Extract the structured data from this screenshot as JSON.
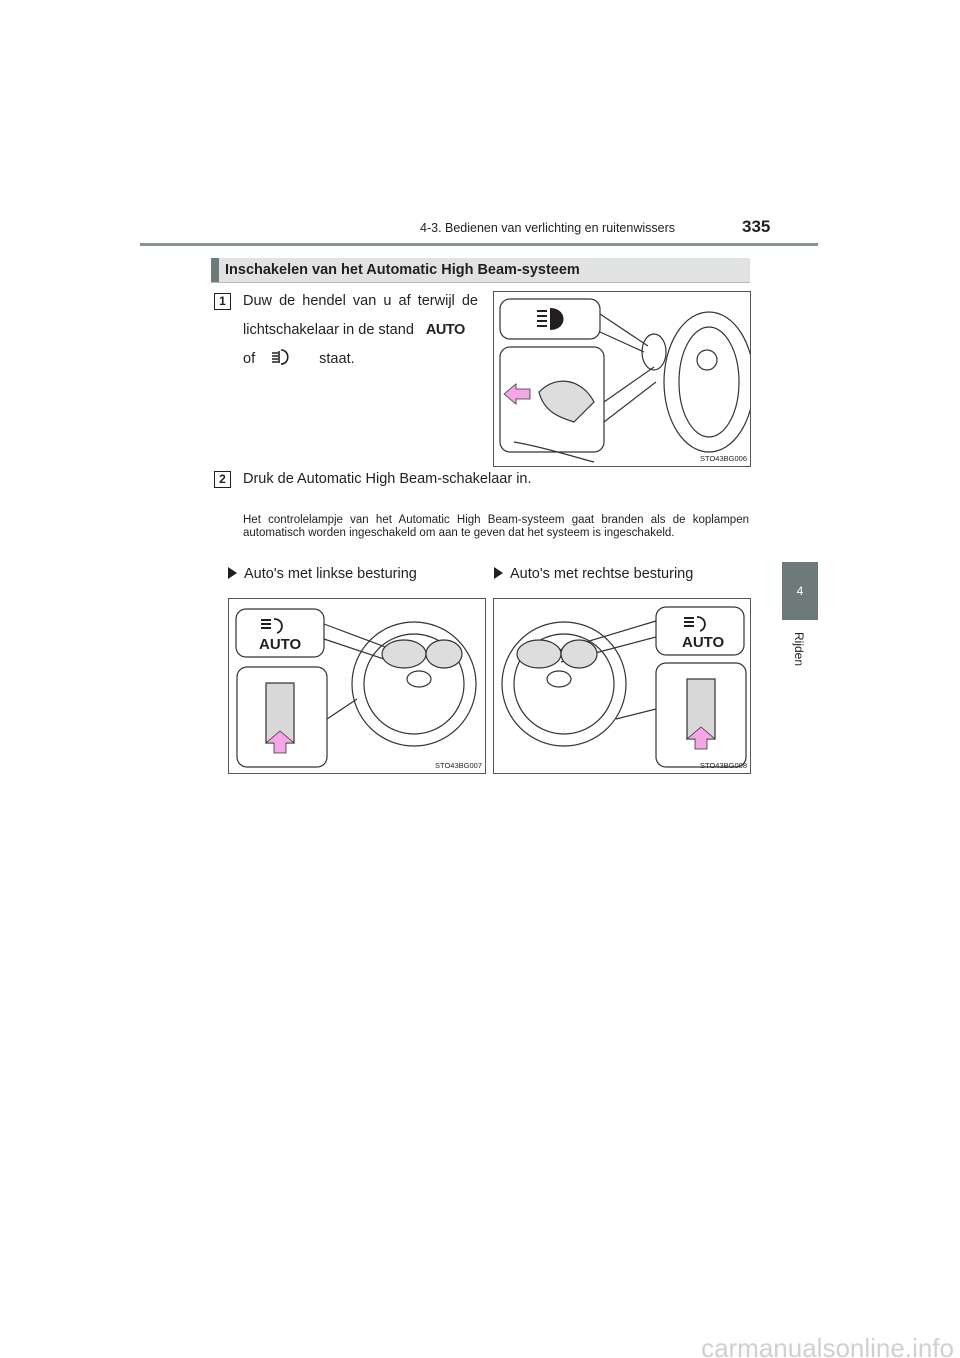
{
  "header": {
    "chapter": "4-3. Bedienen van verlichting en ruitenwissers",
    "page_number": "335"
  },
  "side_tab": {
    "number": "4",
    "label": "Rijden"
  },
  "section": {
    "title": "Inschakelen van het Automatic High Beam-systeem"
  },
  "steps": [
    {
      "number": "1",
      "line1": "Duw de hendel van u af terwijl de",
      "line2": "lichtschakelaar in de stand",
      "auto": "AUTO",
      "line3a": "of",
      "line3b": "staat."
    },
    {
      "number": "2",
      "text": "Druk de Automatic High Beam-schakelaar in."
    }
  ],
  "note": "Het controlelampje van het Automatic High Beam-systeem gaat branden als de koplampen automatisch worden ingeschakeld om aan te geven dat het systeem is ingeschakeld.",
  "variants": [
    {
      "label": "Auto's met linkse besturing"
    },
    {
      "label": "Auto's met rechtse besturing"
    }
  ],
  "figures": [
    {
      "code": "STO43BG006"
    },
    {
      "code": "STO43BG007",
      "icon_text": "AUTO"
    },
    {
      "code": "STO43BG008",
      "icon_text": "AUTO"
    }
  ],
  "colors": {
    "tab": "#6e7a7a",
    "section_bg": "#e1e3e3",
    "arrow": "#f4a6e6",
    "switch": "#d8d8d8"
  },
  "watermark": "carmanualsonline.info"
}
